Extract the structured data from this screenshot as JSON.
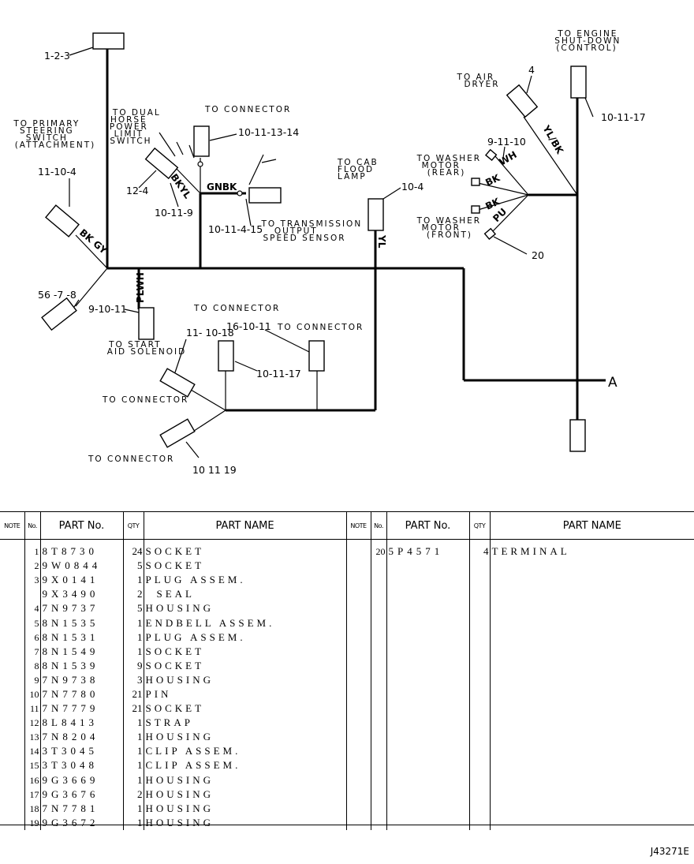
{
  "diagram": {
    "labels": {
      "primary_steering": [
        "TO PRIMARY",
        "STEERING",
        "SWITCH",
        "(ATTACHMENT)"
      ],
      "dual_horsepower": [
        "TO DUAL",
        "HORSE",
        "POWER",
        "LIMIT",
        "SWITCH"
      ],
      "to_connector_top": "TO CONNECTOR",
      "transmission": [
        "TO TRANSMISSION",
        "OUTPUT",
        "SPEED SENSOR"
      ],
      "cab_flood": [
        "TO CAB",
        "FLOOD",
        "LAMP"
      ],
      "air_dryer": [
        "TO AIR",
        "DRYER"
      ],
      "engine_shutdown": [
        "TO ENGINE",
        "SHUT-DOWN",
        "(CONTROL)"
      ],
      "washer_rear": [
        "TO WASHER",
        "MOTOR",
        "(REAR)"
      ],
      "washer_front": [
        "TO WASHER",
        "MOTOR",
        "(FRONT)"
      ],
      "to_connector_mid": "TO CONNECTOR",
      "to_connector_right": "TO CONNECTOR",
      "start_aid": [
        "TO START",
        "AID SOLENOID"
      ],
      "to_connector_lower": "TO CONNECTOR",
      "to_connector_bottom": "TO CONNECTOR"
    },
    "refs": {
      "r_1_2_3": "1-2-3",
      "r_11_10_4": "11-10-4",
      "r_12_4": "12-4",
      "r_10_11_9": "10-11-9",
      "r_10_11_13_14": "10-11-13-14",
      "r_10_11_4_15": "10-11-4-15",
      "r_10_4": "10-4",
      "r_4": "4",
      "r_9_11_10": "9-11-10",
      "r_10_11_17_top": "10-11-17",
      "r_20": "20",
      "r_56_7_8": "56 -7 -8",
      "r_9_10_11": "9-10-11",
      "r_11_10_18": "11- 10-18",
      "r_16_10_11": "16-10-11",
      "r_10_11_17_mid": "10-11-17",
      "r_10_11_19": "10 11 19",
      "r_A": "A"
    },
    "wires": {
      "bkgy": "BK GY",
      "bkyl": "BKYL",
      "gnbk": "GNBK",
      "yl": "YL",
      "plwh": "PLWH",
      "ylbk": "YL/BK",
      "wh": "WH",
      "bk1": "BK",
      "bk2": "BK",
      "pu": "PU"
    }
  },
  "table": {
    "headers": {
      "note": "NOTE",
      "no": "No.",
      "part_no": "PART No.",
      "qty": "QTY",
      "part_name": "PART NAME"
    },
    "left": [
      {
        "no": "1",
        "part_no": "8T8730",
        "qty": "24",
        "name": "SOCKET"
      },
      {
        "no": "2",
        "part_no": "9W0844",
        "qty": "5",
        "name": "SOCKET"
      },
      {
        "no": "3",
        "part_no": "9X0141",
        "qty": "1",
        "name": "PLUG ASSEM."
      },
      {
        "no": "",
        "part_no": "9X3490",
        "qty": "2",
        "name": "SEAL",
        "indent": true
      },
      {
        "no": "4",
        "part_no": "7N9737",
        "qty": "5",
        "name": "HOUSING"
      },
      {
        "no": "5",
        "part_no": "8N1535",
        "qty": "1",
        "name": "ENDBELL ASSEM."
      },
      {
        "no": "6",
        "part_no": "8N1531",
        "qty": "1",
        "name": "PLUG ASSEM."
      },
      {
        "no": "7",
        "part_no": "8N1549",
        "qty": "1",
        "name": "SOCKET"
      },
      {
        "no": "8",
        "part_no": "8N1539",
        "qty": "9",
        "name": "SOCKET"
      },
      {
        "no": "9",
        "part_no": "7N9738",
        "qty": "3",
        "name": "HOUSING"
      },
      {
        "no": "10",
        "part_no": "7N7780",
        "qty": "21",
        "name": "PIN"
      },
      {
        "no": "11",
        "part_no": "7N7779",
        "qty": "21",
        "name": "SOCKET"
      },
      {
        "no": "12",
        "part_no": "8L8413",
        "qty": "1",
        "name": "STRAP"
      },
      {
        "no": "13",
        "part_no": "7N8204",
        "qty": "1",
        "name": "HOUSING"
      },
      {
        "no": "14",
        "part_no": "3T3045",
        "qty": "1",
        "name": "CLIP ASSEM."
      },
      {
        "no": "15",
        "part_no": "3T3048",
        "qty": "1",
        "name": "CLIP ASSEM."
      },
      {
        "no": "16",
        "part_no": "9G3669",
        "qty": "1",
        "name": "HOUSING"
      },
      {
        "no": "17",
        "part_no": "9G3676",
        "qty": "2",
        "name": "HOUSING"
      },
      {
        "no": "18",
        "part_no": "7N7781",
        "qty": "1",
        "name": "HOUSING"
      },
      {
        "no": "19",
        "part_no": "9G3672",
        "qty": "1",
        "name": "HOUSING"
      }
    ],
    "right": [
      {
        "no": "20",
        "part_no": "5P4571",
        "qty": "4",
        "name": "TERMINAL"
      }
    ]
  },
  "drawing_number": "J43271E"
}
